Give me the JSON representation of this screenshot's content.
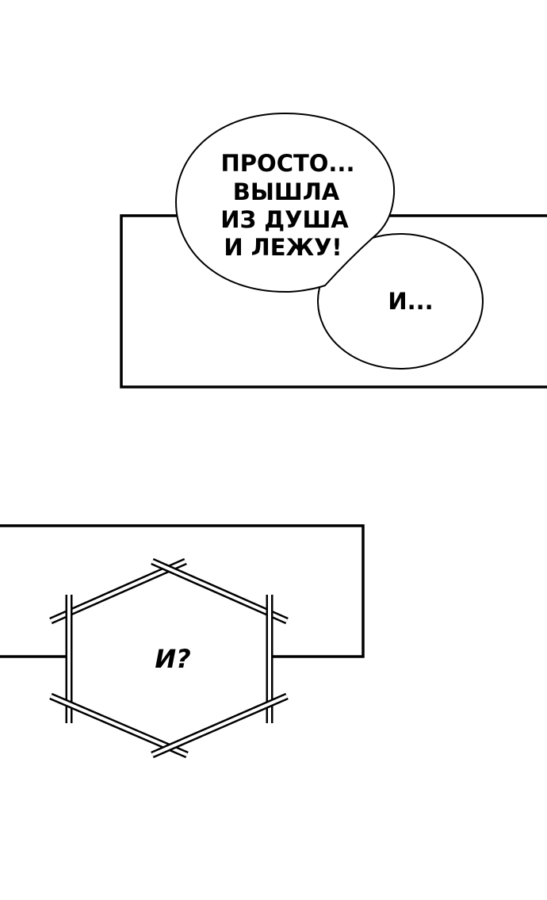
{
  "panel_1": {
    "speech_bubble_1": {
      "lines": [
        "ПРОСТО...",
        "ВЫШЛА",
        "ИЗ ДУША",
        "И ЛЕЖУ!"
      ]
    },
    "speech_bubble_2": {
      "text": "И..."
    }
  },
  "panel_2": {
    "narration_box": {
      "text": "И?"
    }
  },
  "colors": {
    "background": "#ffffff",
    "ink": "#000000"
  }
}
